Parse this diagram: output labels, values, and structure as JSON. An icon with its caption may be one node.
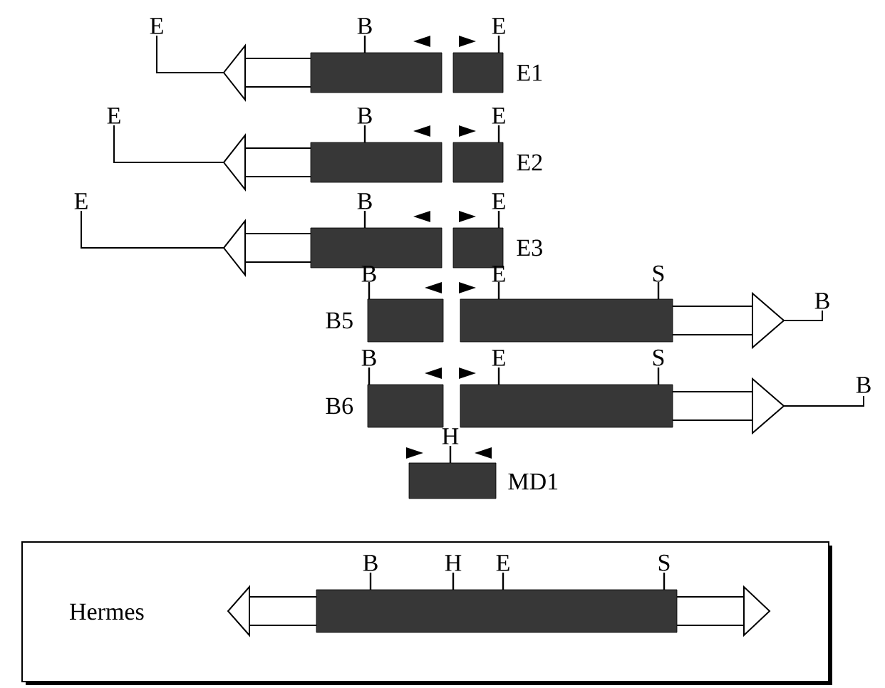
{
  "diagram": {
    "nodes": [
      {
        "text": [
          "Hermes"
        ]
      }
    ],
    "labels": [
      "E",
      "B",
      "E",
      "E1",
      "E",
      "B",
      "E",
      "E2",
      "E",
      "B",
      "E",
      "E3",
      "B",
      "E",
      "S",
      "B",
      "B5",
      "B",
      "E",
      "S",
      "B",
      "B6",
      "H",
      "MD1",
      "B",
      "H",
      "E",
      "S"
    ]
  }
}
